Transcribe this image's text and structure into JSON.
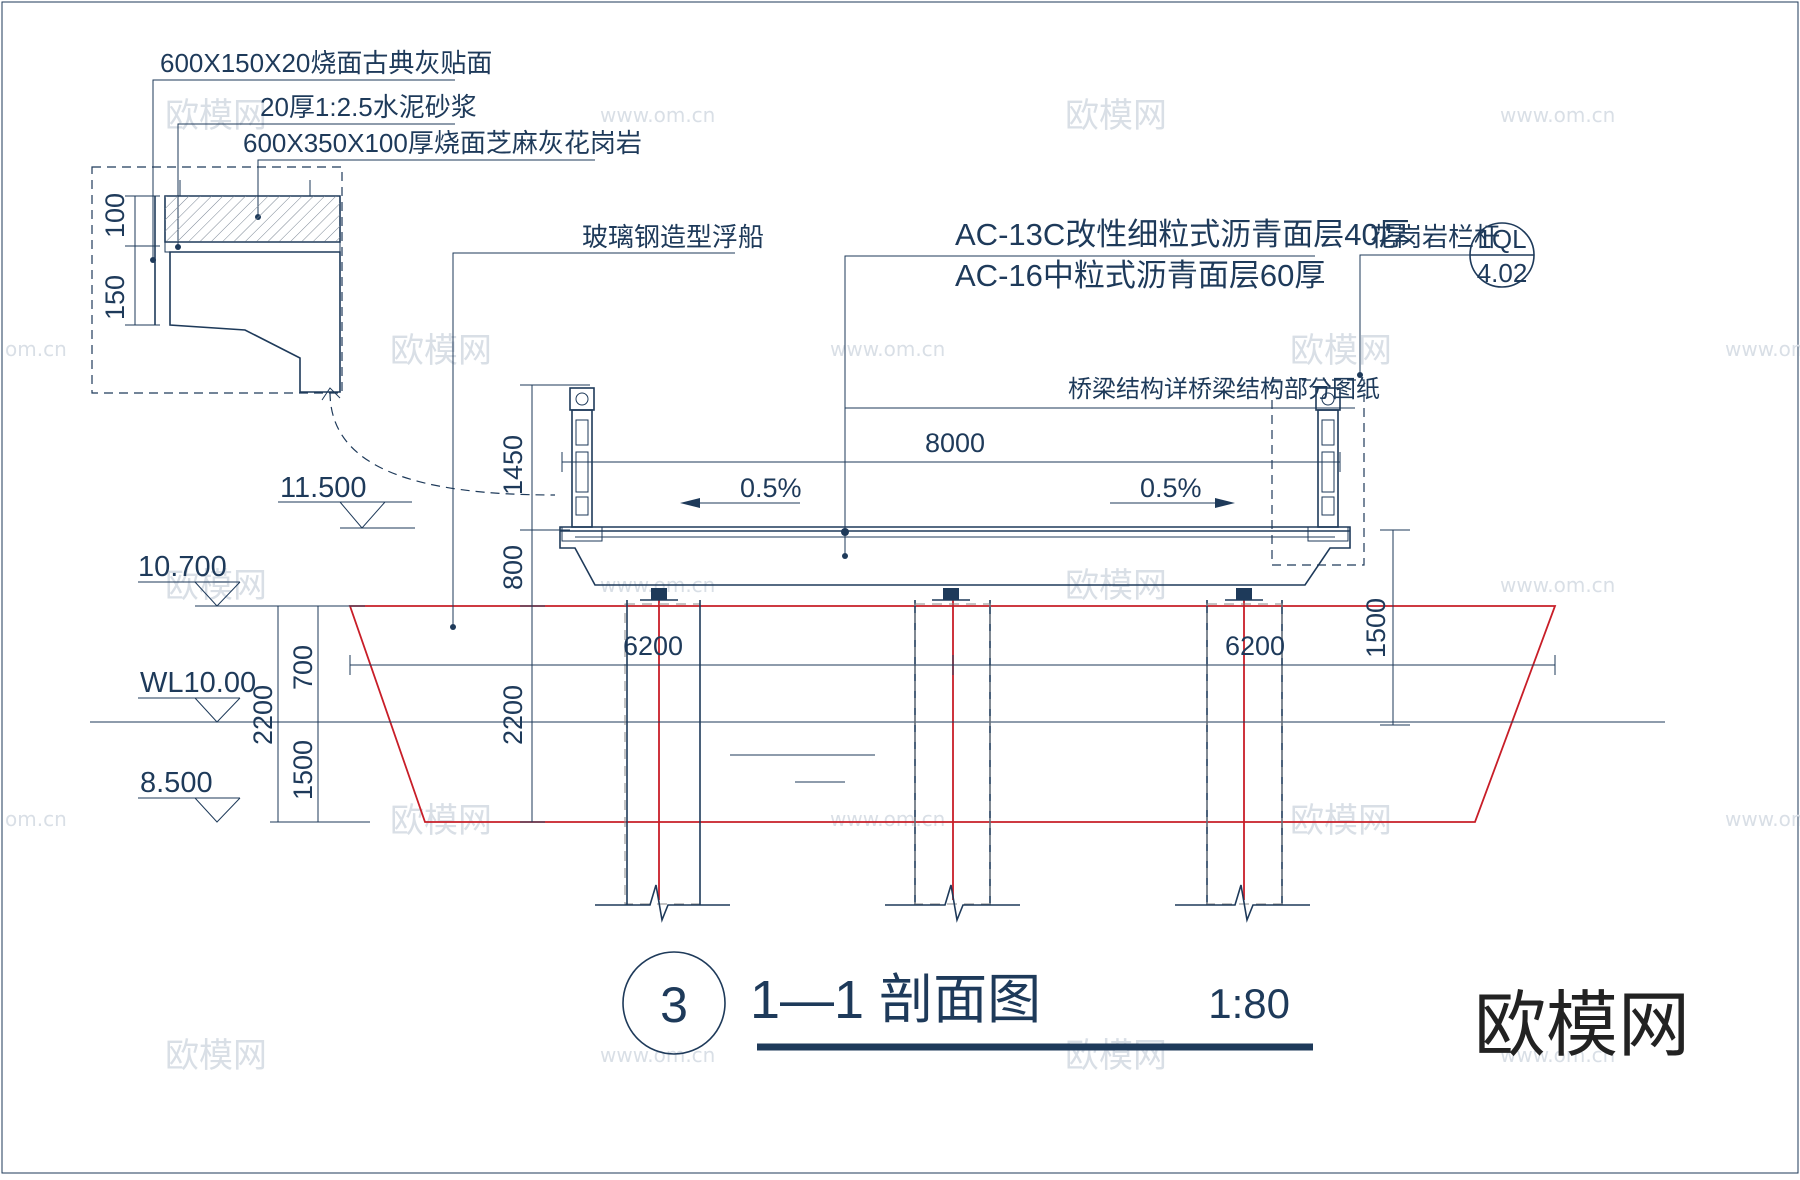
{
  "colors": {
    "line": "#1e3a5a",
    "red": "#c81e28",
    "grey": "#8a8a8a",
    "watermark": "#d9dfe6",
    "logo": "#222222"
  },
  "detail_labels": {
    "line1": "600X150X20烧面古典灰贴面",
    "line2": "20厚1:2.5水泥砂浆",
    "line3": "600X350X100厚烧面芝麻灰花岗岩"
  },
  "detail_dims": {
    "top": "100",
    "bottom": "150"
  },
  "callouts": {
    "boat": "玻璃钢造型浮船",
    "ac13": "AC-13C改性细粒式沥青面层40厚",
    "ac16": "AC-16中粒式沥青面层60厚",
    "railing": "花岗岩栏杆",
    "structure_note": "桥梁结构详桥梁结构部分图纸"
  },
  "railing_ref": {
    "top": "1QL",
    "bottom": "4.02"
  },
  "dims": {
    "span": "8000",
    "slope_left": "0.5%",
    "slope_right": "0.5%",
    "rail_h": "1450",
    "beam_h": "800",
    "span_left": "6200",
    "span_right": "6200",
    "h_right": "1500",
    "h_700": "700",
    "h_1500": "1500",
    "h_2200_left": "2200",
    "h_2200_mid": "2200"
  },
  "elevations": {
    "e1": "11.500",
    "e2": "10.700",
    "wl": "WL10.00",
    "e3": "8.500"
  },
  "title": {
    "number": "3",
    "name": "1—1 剖面图",
    "scale": "1:80"
  },
  "watermarks": {
    "cn": "欧模网",
    "url": "www.om.cn",
    "url_short": "om.cn"
  },
  "logo": "欧模网"
}
